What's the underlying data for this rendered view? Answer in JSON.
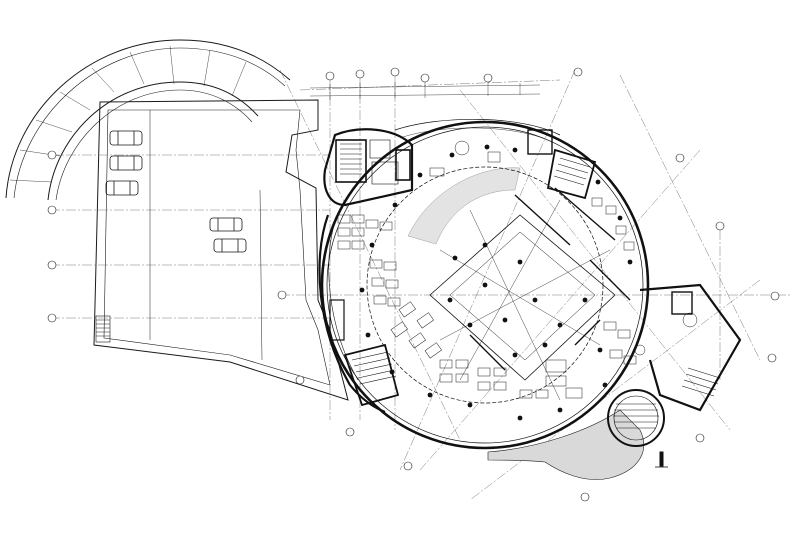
{
  "diagram": {
    "type": "architectural-floor-plan",
    "text_labels": [],
    "grid_bubbles": {
      "left_edge": [
        "",
        "",
        "",
        "",
        "",
        ""
      ],
      "top_edge": [
        "",
        "",
        "",
        "",
        "",
        "",
        "",
        "",
        "",
        "",
        "",
        "",
        "",
        ""
      ]
    },
    "colors": {
      "background": "#ffffff",
      "line": "#1a1a1a",
      "wall": "#111111",
      "hatch_fill": "#d9d9d9",
      "grid_dash": "#555555"
    },
    "components": [
      "parking-lot",
      "curved-ramp",
      "circular-building",
      "west-wing-stair-core",
      "northeast-stair-core",
      "southeast-stair-tower",
      "central-atrium",
      "office-furniture",
      "cars"
    ]
  }
}
